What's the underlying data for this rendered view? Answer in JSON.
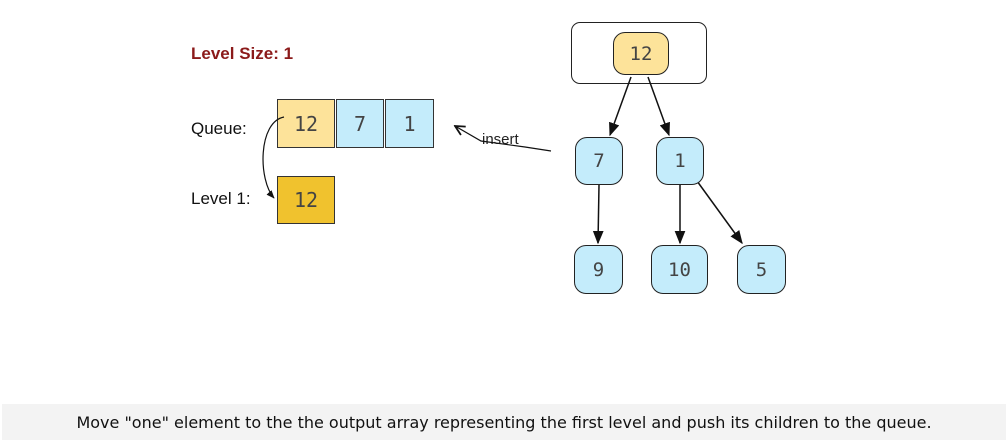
{
  "level_size": "Level Size: 1",
  "queue": {
    "label": "Queue:",
    "items": [
      "12",
      "7",
      "1"
    ]
  },
  "level1": {
    "label": "Level 1:",
    "items": [
      "12"
    ]
  },
  "insert_label": "insert",
  "tree": {
    "root": "12",
    "nodes": [
      "7",
      "1",
      "9",
      "10",
      "5"
    ]
  },
  "caption": "Move \"one\" element to the the output array representing the first level and push its children to the queue.",
  "colors": {
    "current": "#fde39a",
    "queued": "#c4ecfb",
    "output": "#f0c22e",
    "level_size_text": "#8b1a1a"
  }
}
